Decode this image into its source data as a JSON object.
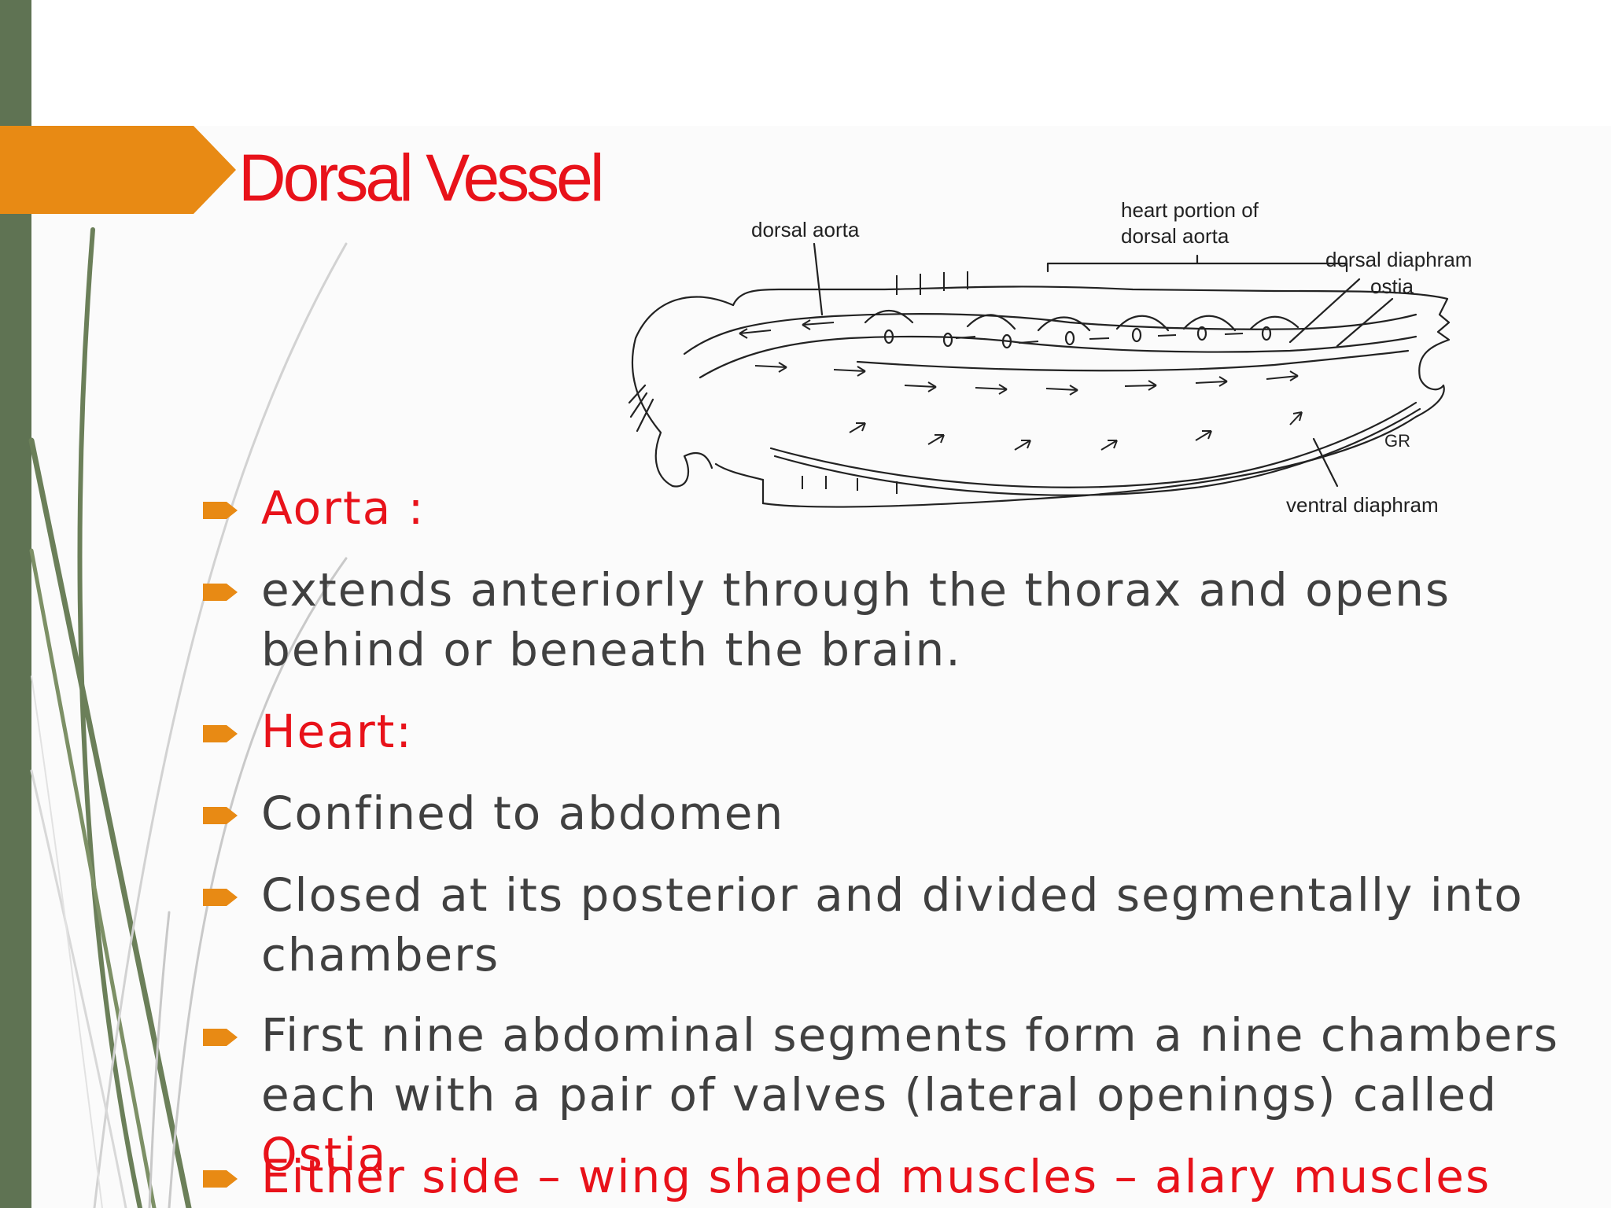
{
  "slide": {
    "title": "Dorsal Vessel",
    "colors": {
      "accent_red": "#e8121a",
      "tab_orange": "#e88a14",
      "bar_green": "#5f7353",
      "body_text": "#404040"
    }
  },
  "diagram": {
    "labels": {
      "dorsal_aorta": "dorsal aorta",
      "heart_portion_line1": "heart portion of",
      "heart_portion_line2": "dorsal aorta",
      "dorsal_diaphram": "dorsal diaphram",
      "ostia": "ostia",
      "ventral_diaphram": "ventral diaphram",
      "signature": "GR"
    }
  },
  "bullets": [
    {
      "text": "Aorta :",
      "style": "red"
    },
    {
      "text": "extends anteriorly through the thorax and opens\nbehind or beneath the brain.",
      "style": "normal"
    },
    {
      "text": "Heart:",
      "style": "red"
    },
    {
      "text": "Confined to abdomen",
      "style": "normal"
    },
    {
      "text": "Closed at its posterior and divided segmentally into\nchambers",
      "style": "normal"
    },
    {
      "text_before": "First nine abdominal segments form a nine chambers\neach with a pair of valves (lateral openings) called ",
      "highlight": "Ostia",
      "style": "mixed"
    },
    {
      "text": "Either side – wing shaped muscles – alary muscles",
      "style": "red"
    }
  ]
}
